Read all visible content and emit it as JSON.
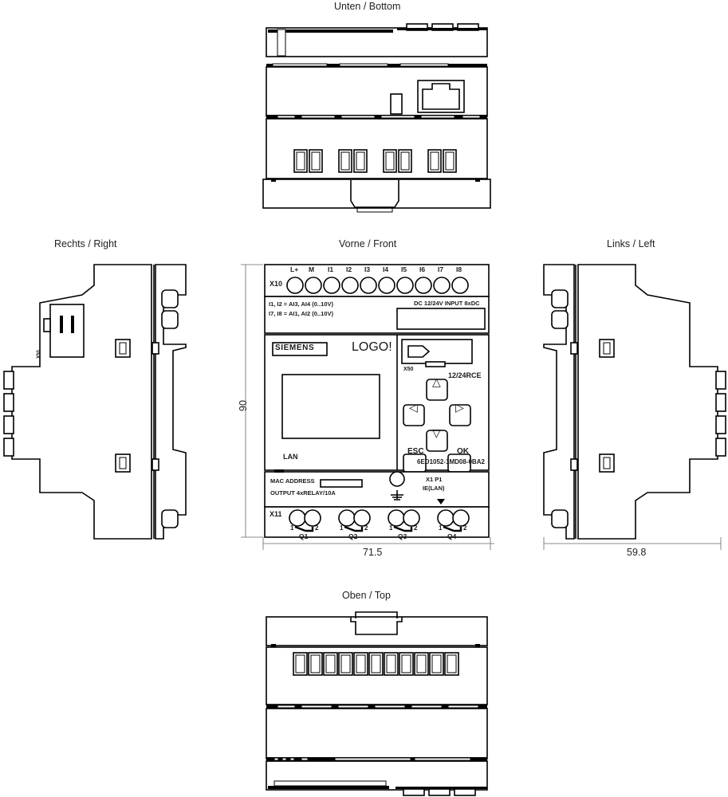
{
  "views": {
    "bottom": {
      "title": "Unten / Bottom"
    },
    "right": {
      "title": "Rechts / Right",
      "connector_label": "X50"
    },
    "front": {
      "title": "Vorne / Front"
    },
    "left": {
      "title": "Links / Left"
    },
    "top": {
      "title": "Oben / Top"
    }
  },
  "dimensions": {
    "height": "90",
    "width": "71.5",
    "depth": "59.8"
  },
  "front_panel": {
    "input_block": {
      "connector_label": "X10",
      "terminals": [
        "L+",
        "M",
        "I1",
        "I2",
        "I3",
        "I4",
        "I5",
        "I6",
        "I7",
        "I8"
      ],
      "note_line1": "I1, I2 = AI3, AI4 (0..10V)",
      "note_line2": "I7, I8 = AI1, AI2 (0..10V)",
      "supply_text": "DC 12/24V INPUT 8xDC"
    },
    "brand": "SIEMENS",
    "product": "LOGO!",
    "card_slot_label": "X50",
    "model": "12/24RCE",
    "display_label": "LAN",
    "order_number": "6ED1052-1MD08-0BA2",
    "keys": {
      "up": "△",
      "down": "▽",
      "left": "◁",
      "right": "▷",
      "esc": "ESC",
      "ok": "OK"
    },
    "output_block": {
      "mac_label": "MAC ADDRESS",
      "output_text": "OUTPUT 4xRELAY/10A",
      "connector_label": "X11",
      "port_label_line1": "X1 P1",
      "port_label_line2": "IE(LAN)",
      "relays": [
        {
          "name": "Q1",
          "pin_left": "1",
          "pin_right": "2"
        },
        {
          "name": "Q2",
          "pin_left": "1",
          "pin_right": "2"
        },
        {
          "name": "Q3",
          "pin_left": "1",
          "pin_right": "2"
        },
        {
          "name": "Q4",
          "pin_left": "1",
          "pin_right": "2"
        }
      ]
    }
  }
}
